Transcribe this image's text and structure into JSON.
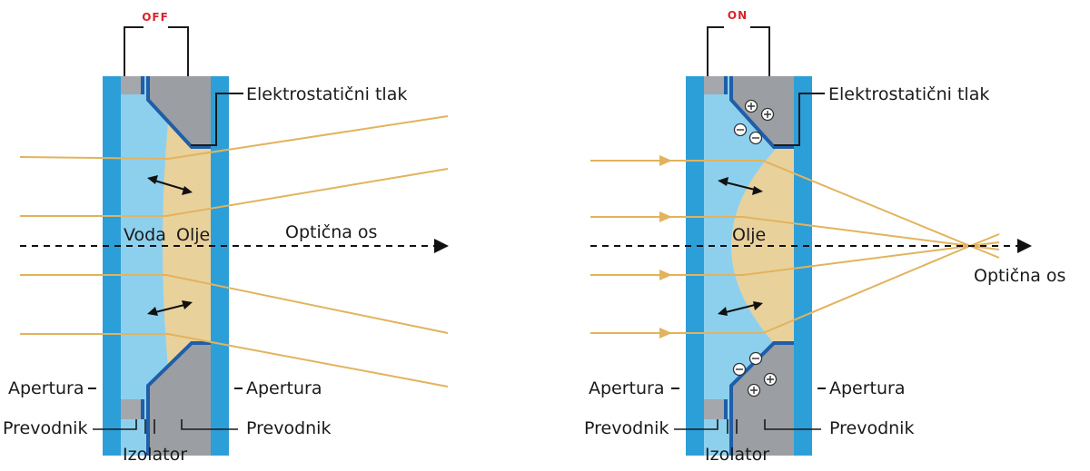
{
  "colors": {
    "outer_glass": "#2d9fd8",
    "water": "#8dd0ee",
    "oil": "#e9d19c",
    "electrode": "#9b9ea2",
    "conductor_line": "#1f5ea8",
    "insulator": "#a4a7ab",
    "light_ray": "#e2b35e",
    "switch_text": "#d9232d",
    "text": "#1a1a1a"
  },
  "icons": {
    "positive_charge": "plus-in-circle-icon",
    "negative_charge": "minus-in-circle-icon",
    "ray_direction": "arrowhead-icon",
    "interface_motion": "double-arrow-icon",
    "optical_axis_end": "axis-arrowhead-icon"
  },
  "off_panel": {
    "switch_label": "OFF",
    "pressure_label": "Elektrostatični tlak",
    "water_label": "Voda",
    "oil_label": "Olje",
    "axis_label": "Optična os",
    "aperture_left": "Apertura",
    "aperture_right": "Apertura",
    "conductor_left": "Prevodnik",
    "conductor_right": "Prevodnik",
    "insulator_label": "Izolator"
  },
  "on_panel": {
    "switch_label": "ON",
    "pressure_label": "Elektrostatični tlak",
    "oil_label": "Olje",
    "axis_label": "Optična os",
    "aperture_left": "Apertura",
    "aperture_right": "Apertura",
    "conductor_left": "Prevodnik",
    "conductor_right": "Prevodnik",
    "insulator_label": "Izolator"
  }
}
